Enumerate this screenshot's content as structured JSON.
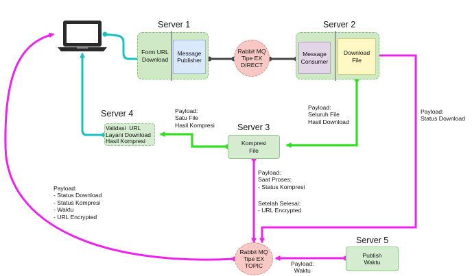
{
  "servers": {
    "s1": "Server 1",
    "s2": "Server 2",
    "s3": "Server 3",
    "s4": "Server 4",
    "s5": "Server 5"
  },
  "nodes": {
    "form_url": "Form URL\nDownload",
    "message_publisher": "Message\nPublisher",
    "rabbit_direct": "Rabbit MQ\nTipe EX\nDIRECT",
    "message_consumer": "Message\nConsumer",
    "download_file": "Download\nFile",
    "kompresi_file": "Kompresi\nFile",
    "server4_box": "Validasi  URL\nLayani Download\nHasil Kompresi",
    "publish_waktu": "Publish\nWaktu",
    "rabbit_topic": "Rabbit MQ\nTipe EX\nTOPIC"
  },
  "labels": {
    "payload_satu_file": "Payload:\nSatu File\nHasil Kompresi",
    "payload_seluruh_file": "Payload:\nSeluruh File\nHasil Download",
    "payload_status_download": "Payload:\nStatus Download",
    "payload_saat_proses": "Payload:\nSaat Proses:\n- Status Kompresi",
    "setelah_selesai": "Setelah Selesai:\n- URL Encrypted",
    "payload_topic_left": "Payload:\n- Status Download\n- Status Kompresi\n- Waktu\n- URL Encrypted",
    "payload_waktu": "Payload:\nWaktu"
  },
  "colors": {
    "cyan": "#17c1c1",
    "green": "#33dd22",
    "magenta": "#ee22ee",
    "dark": "#444444"
  },
  "icons": {
    "laptop": "laptop-icon"
  }
}
